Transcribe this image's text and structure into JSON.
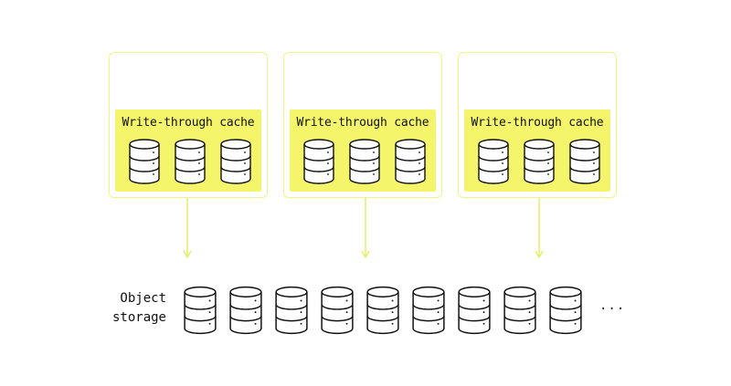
{
  "diagram": {
    "nodes": [
      {
        "cache_label": "Write-through cache"
      },
      {
        "cache_label": "Write-through cache"
      },
      {
        "cache_label": "Write-through cache"
      }
    ],
    "storage": {
      "label": "Object\nstorage",
      "ellipsis": "..."
    }
  },
  "colors": {
    "cache_fill": "#f5f56b",
    "node_border": "#eef58a",
    "arrow": "#e6ee6e",
    "ink": "#111111"
  },
  "icons": {
    "disk": "database-cylinder-icon",
    "arrow": "arrow-down-icon"
  }
}
